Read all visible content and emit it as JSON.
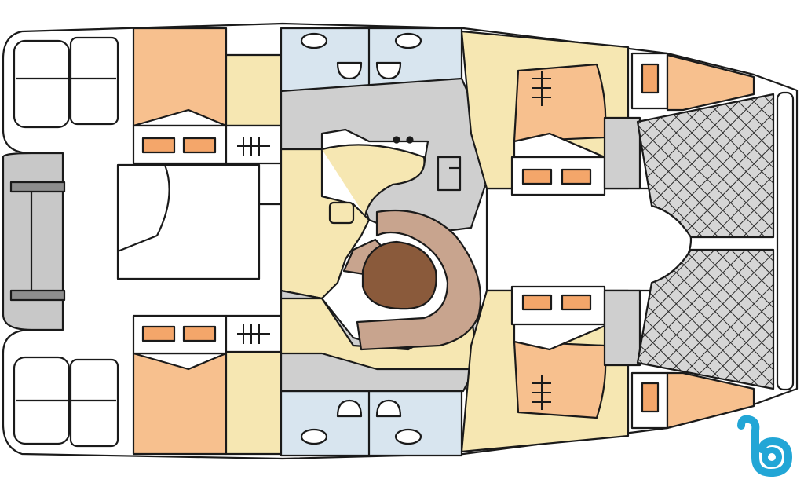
{
  "diagram": {
    "kind": "catamaran-layout",
    "colors": {
      "outline": "#1a1a1a",
      "hull_white": "#ffffff",
      "cabin_orange": "#f7c08e",
      "pillow_orange": "#f4a66a",
      "beige": "#f6e7b2",
      "grey": "#cfcfcf",
      "dark_grey": "#b5b5b5",
      "head_blue": "#d8e5ef",
      "table_tan": "#c8a48e",
      "table_brown": "#8a5a3b",
      "net": "#cccccc",
      "logo_blue": "#22a6d6"
    },
    "areas": [
      {
        "name": "aft-port-cabin",
        "type": "cabin"
      },
      {
        "name": "aft-starboard-cabin",
        "type": "cabin"
      },
      {
        "name": "fwd-port-cabin",
        "type": "cabin"
      },
      {
        "name": "fwd-starboard-cabin",
        "type": "cabin"
      },
      {
        "name": "port-heads",
        "type": "bathroom"
      },
      {
        "name": "starboard-heads",
        "type": "bathroom"
      },
      {
        "name": "saloon",
        "type": "saloon"
      },
      {
        "name": "cockpit",
        "type": "deck"
      },
      {
        "name": "trampoline",
        "type": "netting"
      }
    ]
  },
  "logo": {
    "icon": "b-logo-icon"
  }
}
